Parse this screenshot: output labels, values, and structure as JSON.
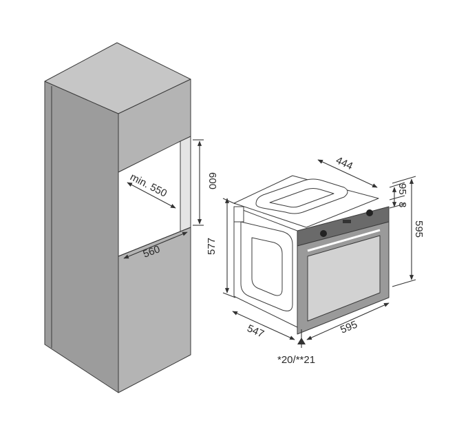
{
  "dimensions": {
    "cabinet_niche_depth": "min. 550",
    "cabinet_niche_height": "600",
    "cabinet_niche_width": "560",
    "oven_top_depth": "444",
    "oven_panel_offset_a": "8",
    "oven_panel_offset_b": "95",
    "oven_front_height": "595",
    "oven_body_height": "577",
    "oven_body_depth": "547",
    "oven_front_width": "595",
    "oven_footnote": "*20/**21"
  },
  "colors": {
    "cabinet_side": "#9c9c9c",
    "cabinet_front": "#b4b4b4",
    "cabinet_top": "#c6c6c6",
    "oven_face": "#9a9a9a",
    "oven_window": "#d2d2d2",
    "oven_body": "#ffffff"
  }
}
